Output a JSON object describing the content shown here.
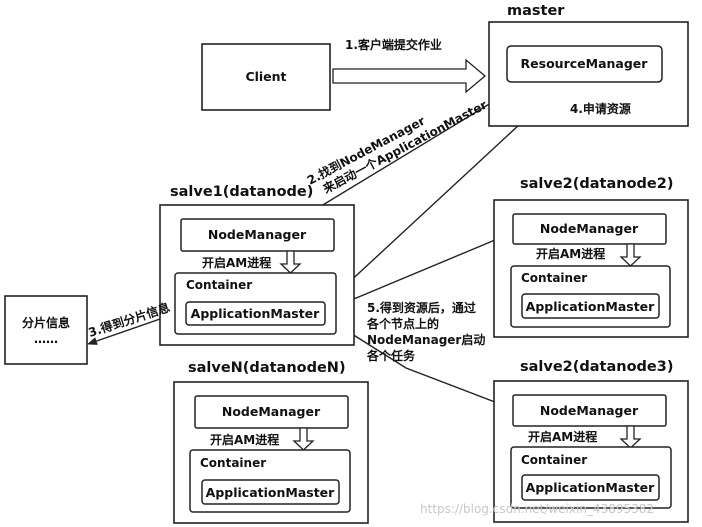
{
  "nodes": {
    "master": {
      "title": "master",
      "resource_manager": "ResourceManager"
    },
    "client": {
      "label": "Client"
    },
    "slave1": {
      "title": "salve1(datanode)",
      "node_manager": "NodeManager",
      "start_am": "开启AM进程",
      "container": "Container",
      "app_master": "ApplicationMaster"
    },
    "slave2": {
      "title": "salve2(datanode2)",
      "node_manager": "NodeManager",
      "start_am": "开启AM进程",
      "container": "Container",
      "app_master": "ApplicationMaster"
    },
    "slave3": {
      "title": "salve2(datanode3)",
      "node_manager": "NodeManager",
      "start_am": "开启AM进程",
      "container": "Container",
      "app_master": "ApplicationMaster"
    },
    "slaveN": {
      "title": "salveN(datanodeN)",
      "node_manager": "NodeManager",
      "start_am": "开启AM进程",
      "container": "Container",
      "app_master": "ApplicationMaster"
    },
    "split_info": {
      "line1": "分片信息",
      "line2": "……"
    }
  },
  "steps": {
    "step1": "1.客户端提交作业",
    "step2_line1": "2.找到NodeManager",
    "step2_line2": "来启动一个ApplicationMaster",
    "step3": "3.得到分片信息",
    "step4": "4.申请资源",
    "step5_line1": "5.得到资源后，通过",
    "step5_line2": "各个节点上的",
    "step5_line3": "NodeManager启动",
    "step5_line4": "各个任务"
  },
  "watermark": "https://blog.csdn.net/weixin_43895382"
}
